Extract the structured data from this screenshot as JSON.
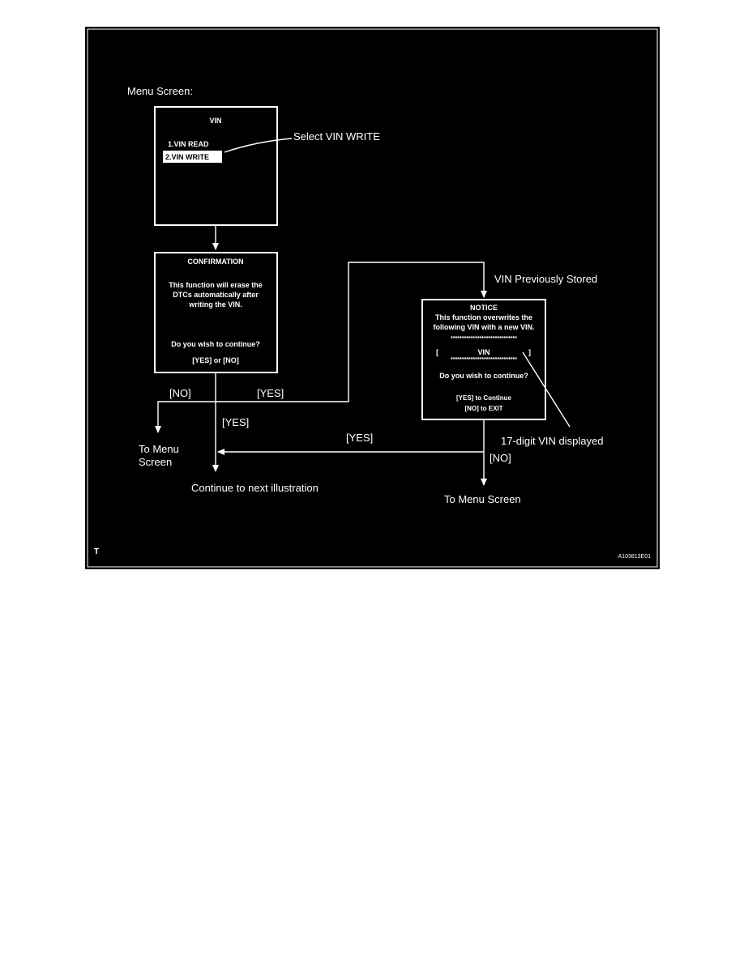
{
  "colors": {
    "background": "#000000",
    "foreground": "#ffffff",
    "page": "#ffffff"
  },
  "menu_label": "Menu Screen:",
  "vin_screen": {
    "title": "VIN",
    "item_read": "1.VIN READ",
    "item_write": "2.VIN WRITE",
    "callout": "Select VIN WRITE"
  },
  "confirmation_screen": {
    "title": "CONFIRMATION",
    "line1": "This function will erase the",
    "line2": "DTCs automatically after",
    "line3": "writing the VIN.",
    "question": "Do you wish to continue?",
    "options": "[YES] or [NO]"
  },
  "notice_screen": {
    "title": "NOTICE",
    "line1": "This function overwrites the",
    "line2": "following VIN with a new VIN.",
    "stars": "******************************",
    "bracket_left": "[",
    "vin": "VIN",
    "bracket_right": "]",
    "question": "Do you wish to continue?",
    "yes_option": "[YES] to Continue",
    "no_option": "[NO] to EXIT"
  },
  "labels": {
    "vin_previously_stored": "VIN Previously Stored",
    "no_left": "[NO]",
    "yes_right": "[YES]",
    "yes_down": "[YES]",
    "yes_notice": "[YES]",
    "no_notice": "[NO]",
    "to_menu_line1": "To Menu",
    "to_menu_line2": "Screen",
    "continue_next": "Continue to next illustration",
    "to_menu_screen": "To Menu Screen",
    "vin_displayed": "17-digit VIN displayed",
    "corner_t": "T",
    "figure_id": "A103813E01"
  }
}
